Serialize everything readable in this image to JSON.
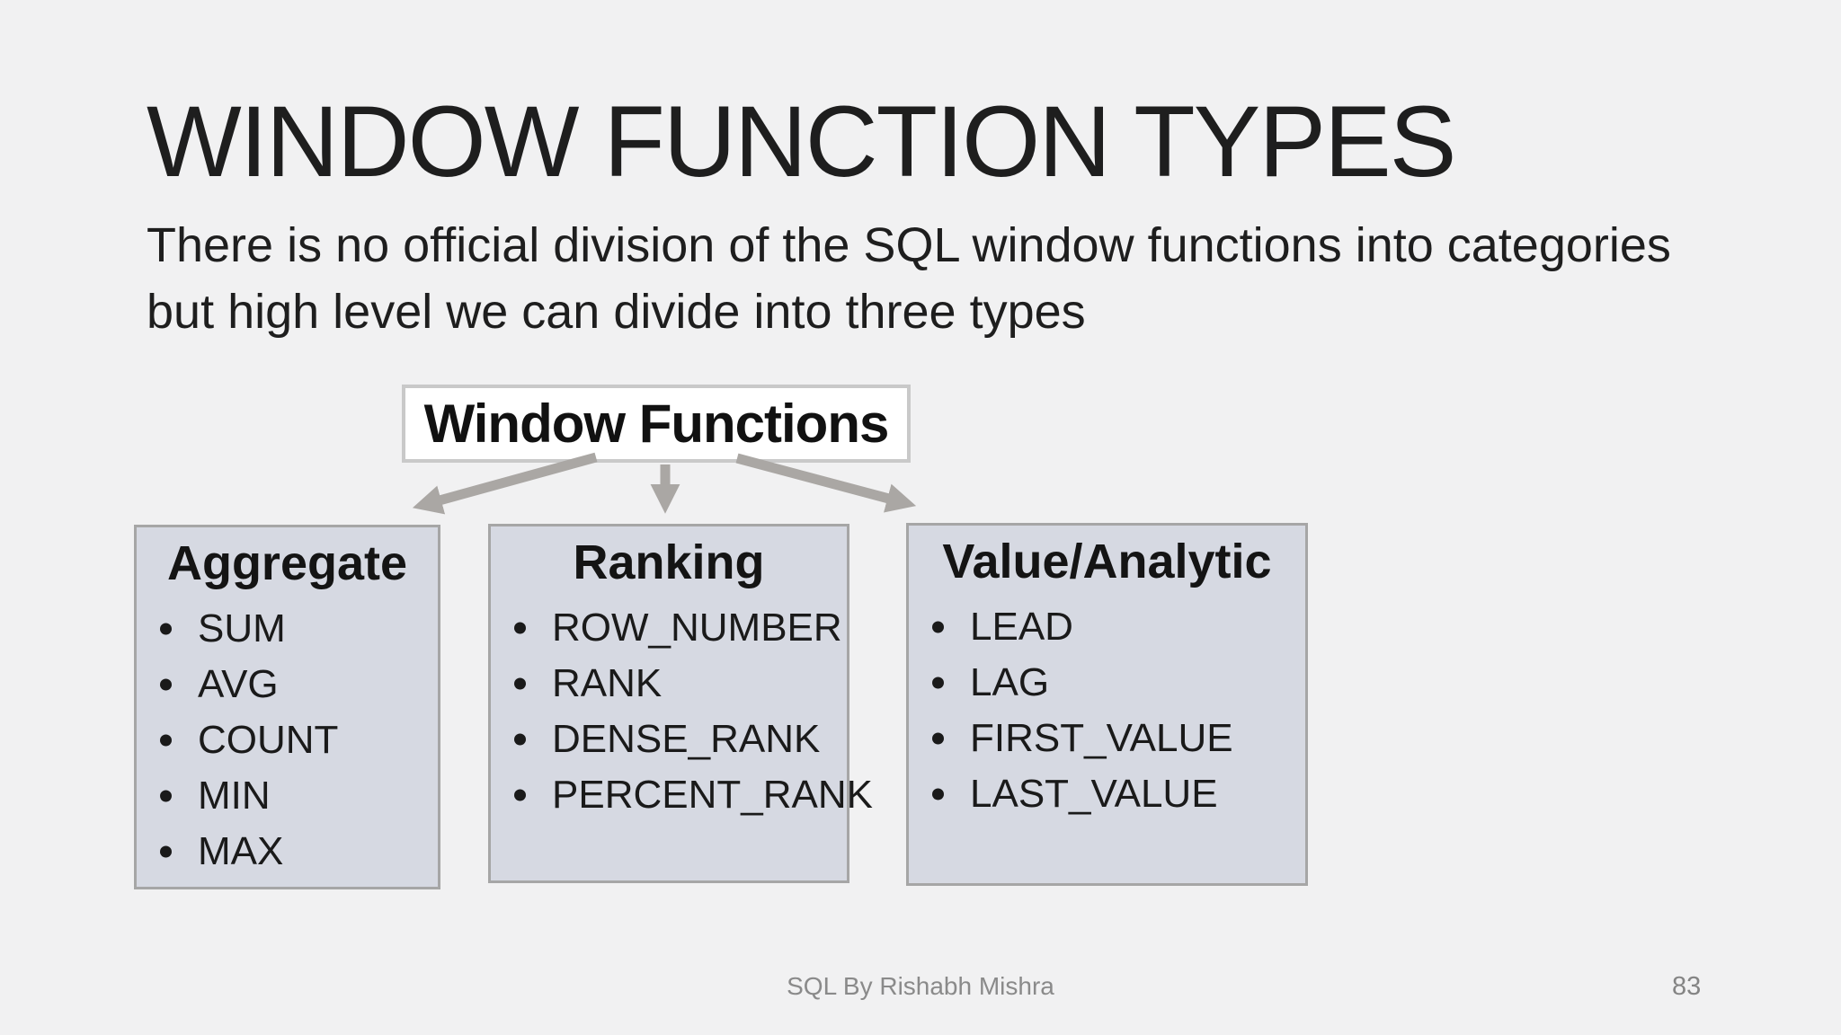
{
  "slide": {
    "title": "WINDOW FUNCTION TYPES",
    "subtitle": "There is no official division of the SQL window functions into categories but high level we can divide into three types",
    "root": {
      "label": "Window Functions"
    },
    "categories": [
      {
        "name": "Aggregate",
        "items": [
          "SUM",
          "AVG",
          "COUNT",
          "MIN",
          "MAX"
        ]
      },
      {
        "name": "Ranking",
        "items": [
          "ROW_NUMBER",
          "RANK",
          "DENSE_RANK",
          "PERCENT_RANK"
        ]
      },
      {
        "name": "Value/Analytic",
        "items": [
          "LEAD",
          "LAG",
          "FIRST_VALUE",
          "LAST_VALUE"
        ]
      }
    ],
    "footer": {
      "text": "SQL By Rishabh Mishra",
      "page_number": "83"
    },
    "colors": {
      "background": "#f1f1f2",
      "category_box_fill": "#d6d9e2",
      "category_box_border": "#a6a6a6",
      "root_box_fill": "#ffffff",
      "root_box_border": "#c9c9c9",
      "arrow": "#aaa7a4",
      "text": "#1e1e1e",
      "footer_text": "#8a8a8a"
    }
  }
}
